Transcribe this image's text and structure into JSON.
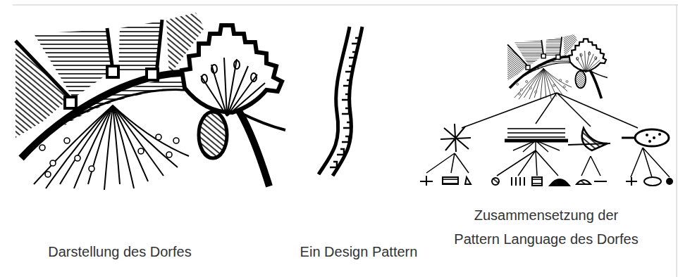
{
  "diagram": {
    "labels": [
      "Darstellung des Dorfes",
      "Ein Design Pattern",
      "Zusammensetzung der Pattern Language des Dorfes"
    ]
  }
}
